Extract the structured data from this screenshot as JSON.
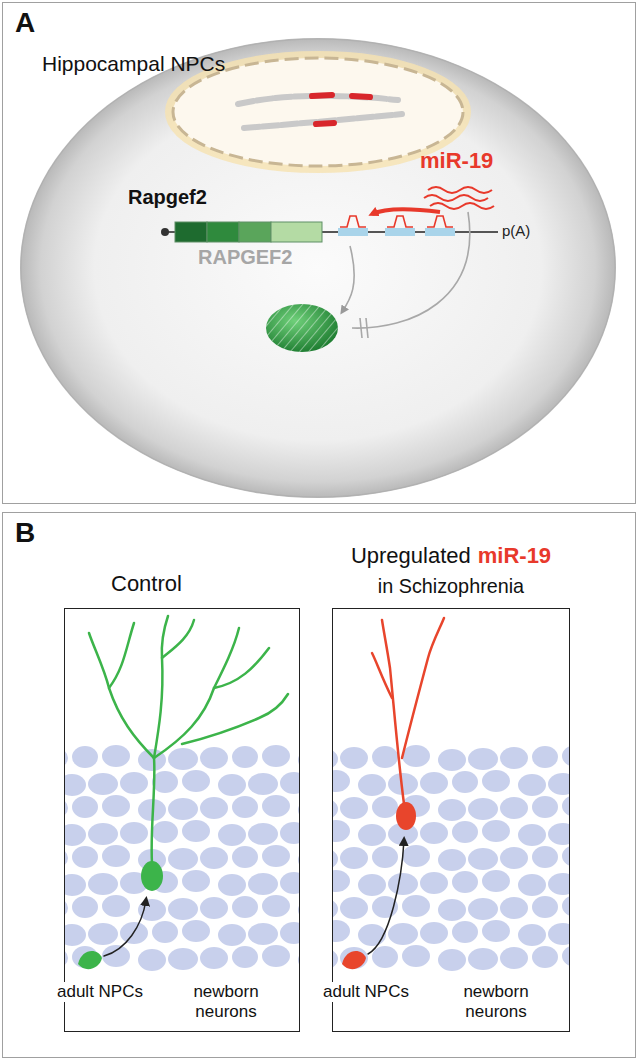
{
  "diagram": {
    "nodes": [
      {
        "text": [
          "A"
        ]
      },
      {
        "text": [
          "Hippocampal NPCs"
        ],
        "in": 0
      },
      {
        "text": [
          "B"
        ]
      },
      {
        "text": [
          "Control"
        ],
        "in": 2
      },
      {
        "text": [
          "Upregulated",
          "miR-19",
          "in Schizophrenia"
        ],
        "in": 2
      }
    ],
    "labels": [
      "miR-19",
      "Rapgef2",
      "RAPGEF2",
      "p(A)",
      "adult NPCs",
      "newborn neurons",
      "adult NPCs",
      "newborn neurons"
    ]
  }
}
